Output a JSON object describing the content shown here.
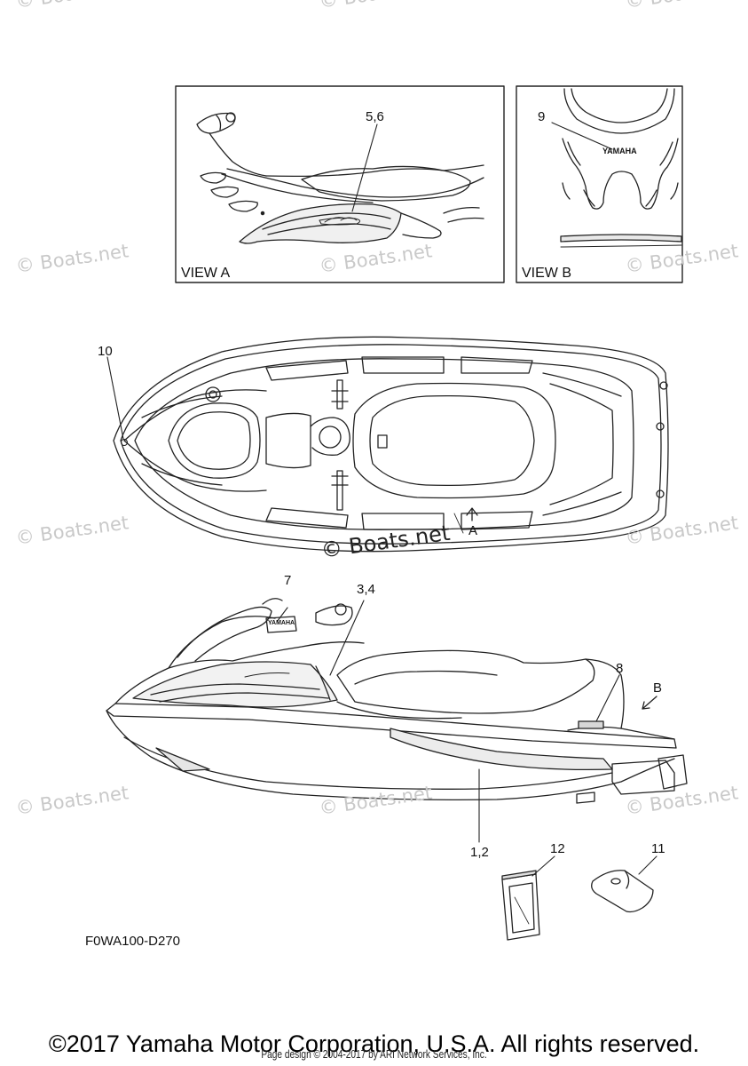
{
  "watermark": {
    "text": "© Boats.net",
    "center_text": "© Boats.net"
  },
  "views": {
    "view_a_label": "VIEW A",
    "view_b_label": "VIEW B",
    "direction_a": "A",
    "direction_b": "B"
  },
  "callouts": {
    "c_1_2": "1,2",
    "c_3_4": "3,4",
    "c_5_6": "5,6",
    "c_7": "7",
    "c_8": "8",
    "c_9": "9",
    "c_10": "10",
    "c_11": "11",
    "c_12": "12"
  },
  "decal_text": {
    "yamaha_view_b": "YAMAHA",
    "yamaha_side": "YAMAHA"
  },
  "diagram_code": "F0WA100-D270",
  "footer": {
    "copyright": "©2017 Yamaha Motor Corporation, U.S.A. All rights reserved.",
    "page_design": "Page design © 2004-2017 by ARI Network Services, Inc."
  }
}
